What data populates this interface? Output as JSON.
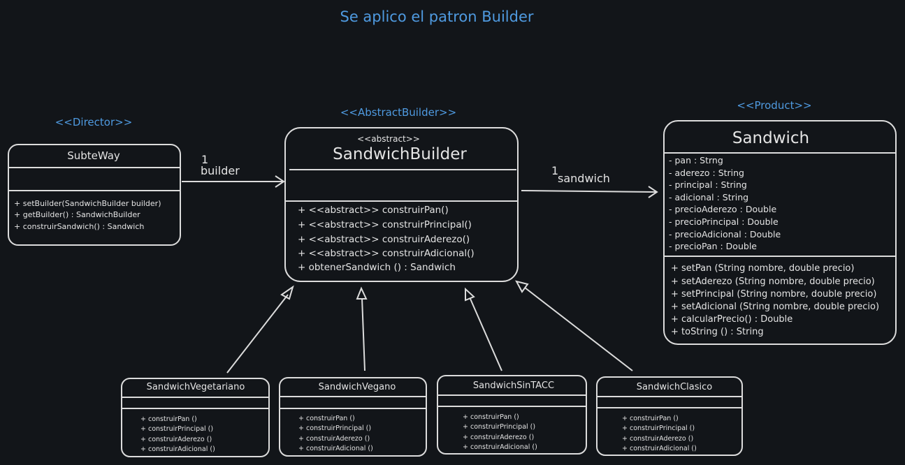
{
  "title": "Se aplico el patron Builder",
  "stereotypes": {
    "director": "<<Director>>",
    "abstract_builder": "<<AbstractBuilder>>",
    "product": "<<Product>>",
    "abstract_tag": "<<abstract>>"
  },
  "classes": {
    "subteway": {
      "name": "SubteWay",
      "methods": [
        "+ setBuilder(SandwichBuilder builder)",
        "+ getBuilder() : SandwichBuilder",
        "+ construirSandwich() : Sandwich"
      ]
    },
    "builder": {
      "name": "SandwichBuilder",
      "methods": [
        "+ <<abstract>> construirPan()",
        "+ <<abstract>> construirPrincipal()",
        "+ <<abstract>> construirAderezo()",
        "+ <<abstract>> construirAdicional()",
        "+ obtenerSandwich () : Sandwich"
      ]
    },
    "sandwich": {
      "name": "Sandwich",
      "attributes": [
        "- pan : Strng",
        "- aderezo : String",
        "- principal : String",
        "- adicional : String",
        "- precioAderezo : Double",
        "- precioPrincipal : Double",
        "- precioAdicional : Double",
        "- precioPan : Double"
      ],
      "methods": [
        "+ setPan (String nombre, double precio)",
        "+ setAderezo (String nombre, double precio)",
        "+ setPrincipal (String nombre, double precio)",
        "+ setAdicional (String nombre, double precio)",
        "+ calcularPrecio() : Double",
        "+ toString () : String"
      ]
    },
    "vegetariano": {
      "name": "SandwichVegetariano",
      "methods": [
        "+ construirPan ()",
        "+ construirPrincipal ()",
        "+ construirAderezo ()",
        "+ construirAdicional ()"
      ]
    },
    "vegano": {
      "name": "SandwichVegano",
      "methods": [
        "+ construirPan ()",
        "+ construirPrincipal ()",
        "+ construirAderezo ()",
        "+ construirAdicional ()"
      ]
    },
    "sintacc": {
      "name": "SandwichSinTACC",
      "methods": [
        "+ construirPan ()",
        "+ construirPrincipal ()",
        "+ construirAderezo ()",
        "+ construirAdicional ()"
      ]
    },
    "clasico": {
      "name": "SandwichClasico",
      "methods": [
        "+ construirPan ()",
        "+ construirPrincipal ()",
        "+ construirAderezo ()",
        "+ construirAdicional ()"
      ]
    }
  },
  "associations": {
    "director_builder": {
      "multiplicity": "1",
      "role": "builder"
    },
    "builder_sandwich": {
      "multiplicity": "1",
      "role": "sandwich"
    }
  },
  "colors": {
    "background": "#121519",
    "stroke": "#dcdcdc",
    "stereotype": "#4f9ae0"
  }
}
